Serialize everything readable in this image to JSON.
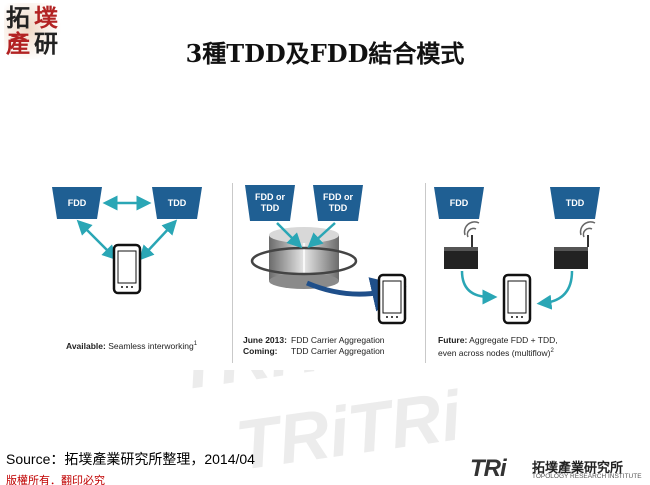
{
  "logo": {
    "chars": [
      "拓",
      "墣",
      "產",
      "研"
    ]
  },
  "title": "3種TDD及FDD結合模式",
  "panels": [
    {
      "labels": [
        "FDD",
        "TDD"
      ],
      "caption_bold": "Available:",
      "caption_text": " Seamless interworking",
      "caption_sup": "1"
    },
    {
      "labels": [
        "FDD or\nTDD",
        "FDD or\nTDD"
      ],
      "caption_line1_bold": "June 2013:",
      "caption_line1_text": "FDD  Carrier Aggregation",
      "caption_line2_bold": "Coming:",
      "caption_line2_text": "TDD  Carrier Aggregation"
    },
    {
      "labels": [
        "FDD",
        "TDD"
      ],
      "caption_bold": "Future:",
      "caption_text": " Aggregate FDD + TDD,",
      "caption_line2": "even across nodes (multiflow)",
      "caption_sup": "2"
    }
  ],
  "source": "Source：拓墣產業研究所整理，2014/04",
  "copyright": "版權所有．翻印必究",
  "company_logo": {
    "mark": "TRi",
    "chinese": "拓墣產業研究所",
    "english": "TOPOLOGY RESEARCH INSTITUTE"
  },
  "colors": {
    "accent_blue": "#1f5f93",
    "arrow_teal": "#2aa6b5",
    "copyright_red": "#c00000"
  }
}
